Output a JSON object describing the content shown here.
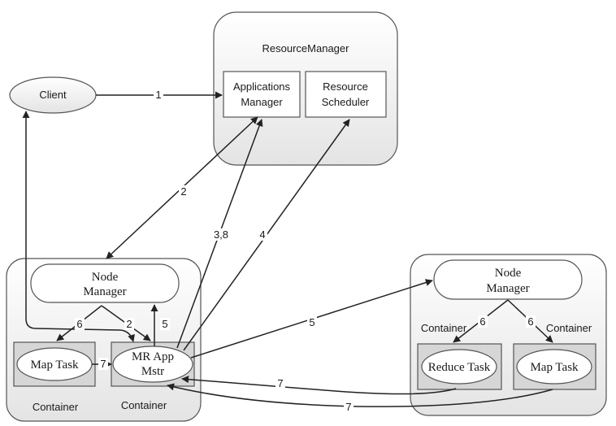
{
  "nodes": {
    "resource_manager": "ResourceManager",
    "applications_manager": [
      "Applications",
      "Manager"
    ],
    "resource_scheduler": [
      "Resource",
      "Scheduler"
    ],
    "client": "Client",
    "left_node_manager": [
      "Node",
      "Manager"
    ],
    "right_node_manager": [
      "Node",
      "Manager"
    ],
    "map_task_left": "Map Task",
    "mr_app_master": [
      "MR App",
      "Mstr"
    ],
    "reduce_task": "Reduce Task",
    "map_task_right": "Map Task",
    "container_label_map": "Container",
    "container_label_mr": "Container",
    "container_label_reduce": "Container",
    "container_label_map_right": "Container"
  },
  "edge_labels": {
    "e1": "1",
    "e2_rm": "2",
    "e38": "3,8",
    "e4": "4",
    "e5_right": "5",
    "e6_left": "6",
    "e2_nm": "2",
    "e5_up": "5",
    "e7_left": "7",
    "e6_reduce": "6",
    "e6_map": "6",
    "e7_reduce": "7",
    "e7_map": "7"
  }
}
